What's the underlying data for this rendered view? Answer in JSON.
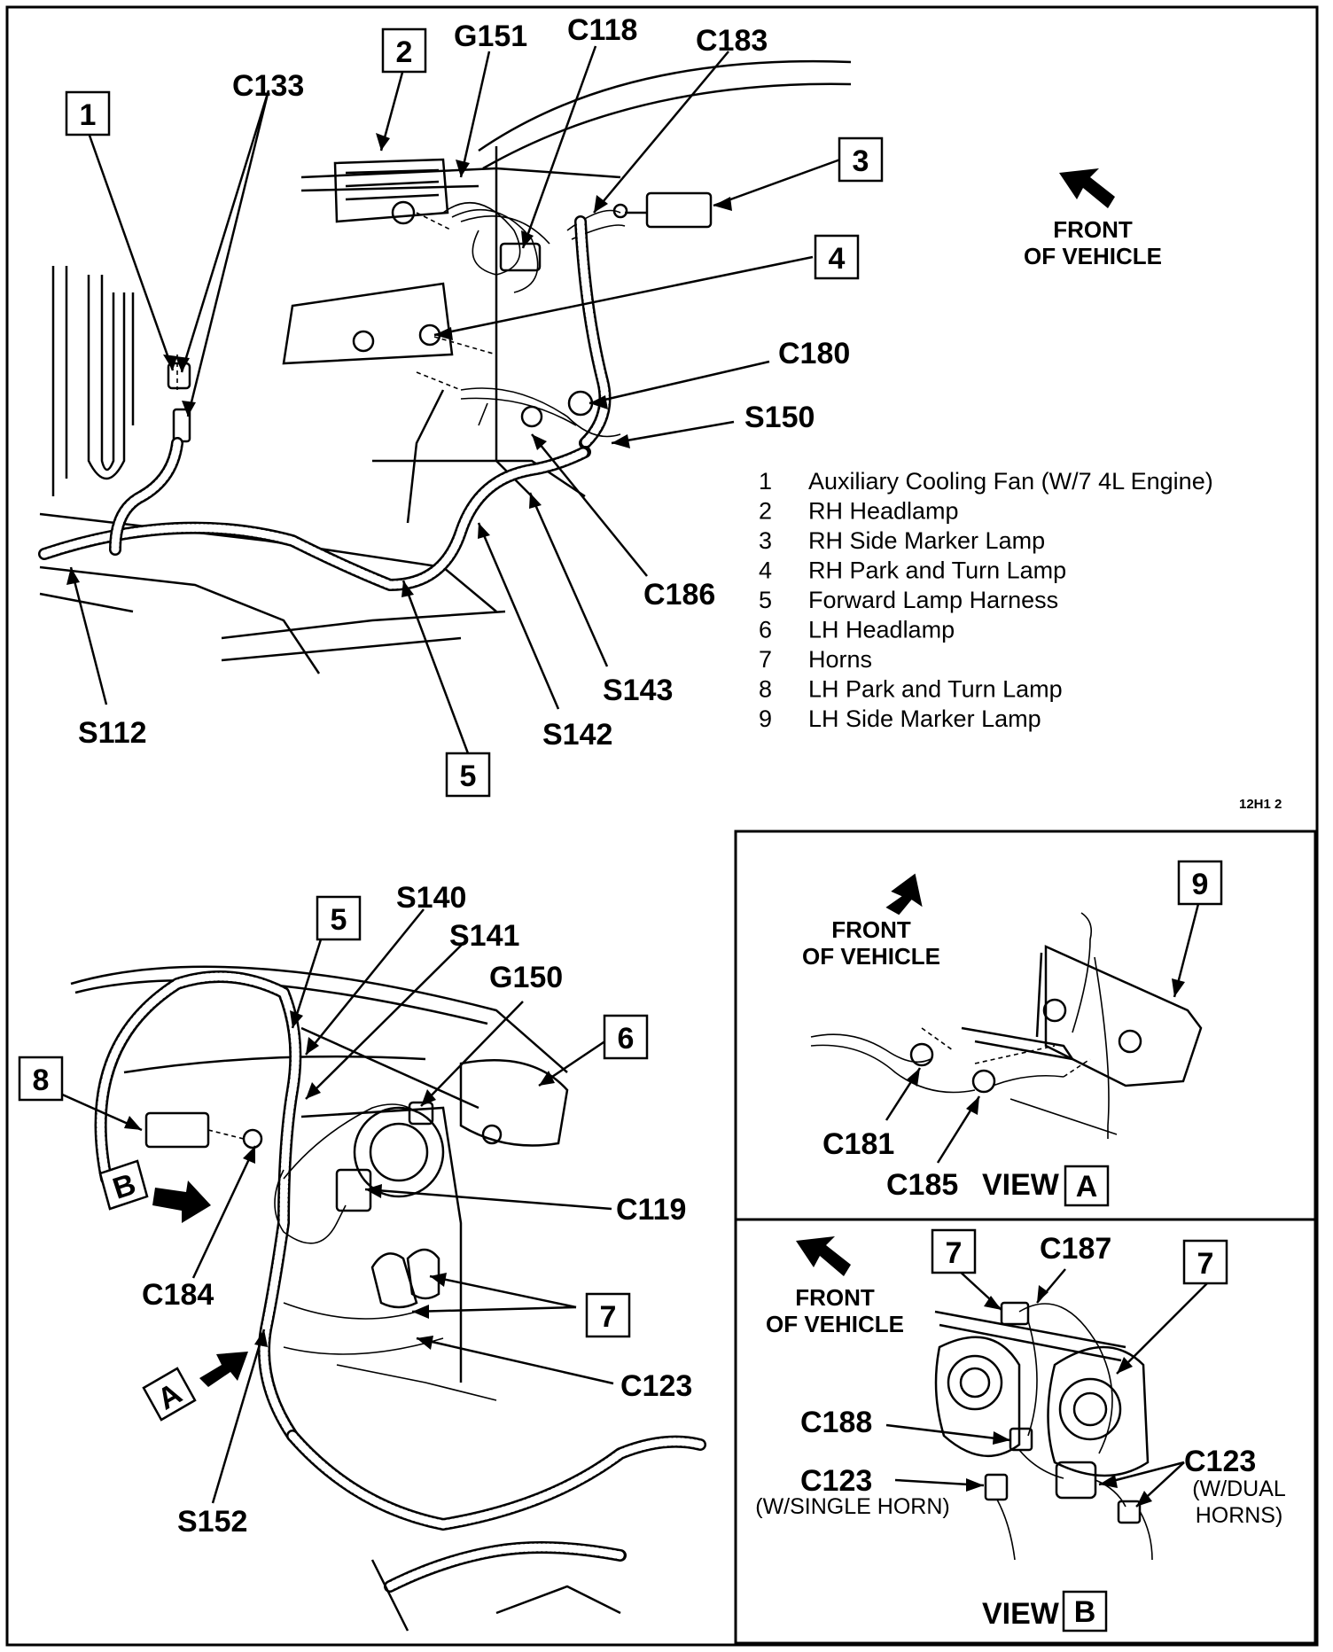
{
  "labels": {
    "c133": "C133",
    "g151": "G151",
    "c118": "C118",
    "c183": "C183",
    "c180": "C180",
    "s150": "S150",
    "c186": "C186",
    "s143": "S143",
    "s142": "S142",
    "s112": "S112",
    "s140": "S140",
    "s141": "S141",
    "g150": "G150",
    "c119": "C119",
    "c184": "C184",
    "c123": "C123",
    "s152": "S152",
    "c181": "C181",
    "c185": "C185",
    "c187": "C187",
    "c188": "C188",
    "c123_single": "C123",
    "c123_single_sub": "(W/SINGLE HORN)",
    "c123_dual": "C123",
    "c123_dual_sub1": "(W/DUAL",
    "c123_dual_sub2": "HORNS)"
  },
  "callouts": {
    "top_1": "1",
    "top_2": "2",
    "top_3": "3",
    "top_4": "4",
    "top_5": "5",
    "bottom_5": "5",
    "bottom_6": "6",
    "bottom_7": "7",
    "bottom_8": "8",
    "view_a_9": "9",
    "view_b_7_left": "7",
    "view_b_7_right": "7"
  },
  "view_markers": {
    "a": "A",
    "b": "B"
  },
  "front_labels": {
    "top_line1": "FRONT",
    "top_line2": "OF VEHICLE",
    "view_a_line1": "FRONT",
    "view_a_line2": "OF VEHICLE",
    "view_b_line1": "FRONT",
    "view_b_line2": "OF VEHICLE"
  },
  "legend": [
    {
      "num": "1",
      "text": "Auxiliary Cooling Fan (W/7 4L Engine)"
    },
    {
      "num": "2",
      "text": "RH Headlamp"
    },
    {
      "num": "3",
      "text": "RH Side Marker Lamp"
    },
    {
      "num": "4",
      "text": "RH Park and Turn Lamp"
    },
    {
      "num": "5",
      "text": "Forward Lamp Harness"
    },
    {
      "num": "6",
      "text": "LH Headlamp"
    },
    {
      "num": "7",
      "text": "Horns"
    },
    {
      "num": "8",
      "text": "LH Park and Turn Lamp"
    },
    {
      "num": "9",
      "text": "LH Side Marker Lamp"
    }
  ],
  "figure_code": "12H1 2",
  "view_titles": {
    "a_prefix": "VIEW",
    "a_letter": "A",
    "b_prefix": "VIEW",
    "b_letter": "B"
  }
}
